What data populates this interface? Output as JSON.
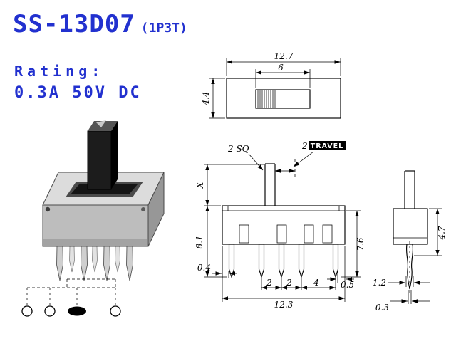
{
  "header": {
    "title": "SS-13D07",
    "subtitle": "(1P3T)",
    "rating_label": "Rating:",
    "rating_value": "0.3A 50V DC"
  },
  "colors": {
    "accent": "#2231cf",
    "drawing_line": "#000000",
    "knob_fill": "#1c1c1c"
  },
  "views": {
    "top": {
      "dims": {
        "width": "12.7",
        "slot": "6",
        "height": "4.4"
      }
    },
    "front": {
      "dims": {
        "shaft_sq": "2 SQ",
        "travel_value": "2",
        "travel_label": "TRAVEL",
        "shaft_height": "X",
        "left_height": "8.1",
        "right_height": "7.6",
        "left_pin_offset": "0.4",
        "right_pin_offset": "0.5",
        "pitch_a": "2",
        "pitch_b": "2",
        "pitch_c": "4",
        "total_width": "12.3"
      }
    },
    "side": {
      "dims": {
        "height": "4.7",
        "pin_width": "1.2",
        "pin_thickness": "0.3"
      }
    }
  },
  "schematic": {
    "terminals": 4,
    "filled_terminal_index": 3
  }
}
